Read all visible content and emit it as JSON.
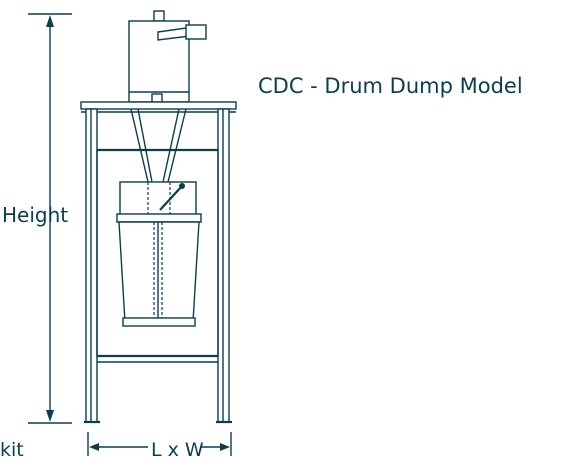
{
  "labels": {
    "model_title": "CDC - Drum Dump Model",
    "height": "Height",
    "kit": "kit",
    "dimensions": "L x W"
  }
}
